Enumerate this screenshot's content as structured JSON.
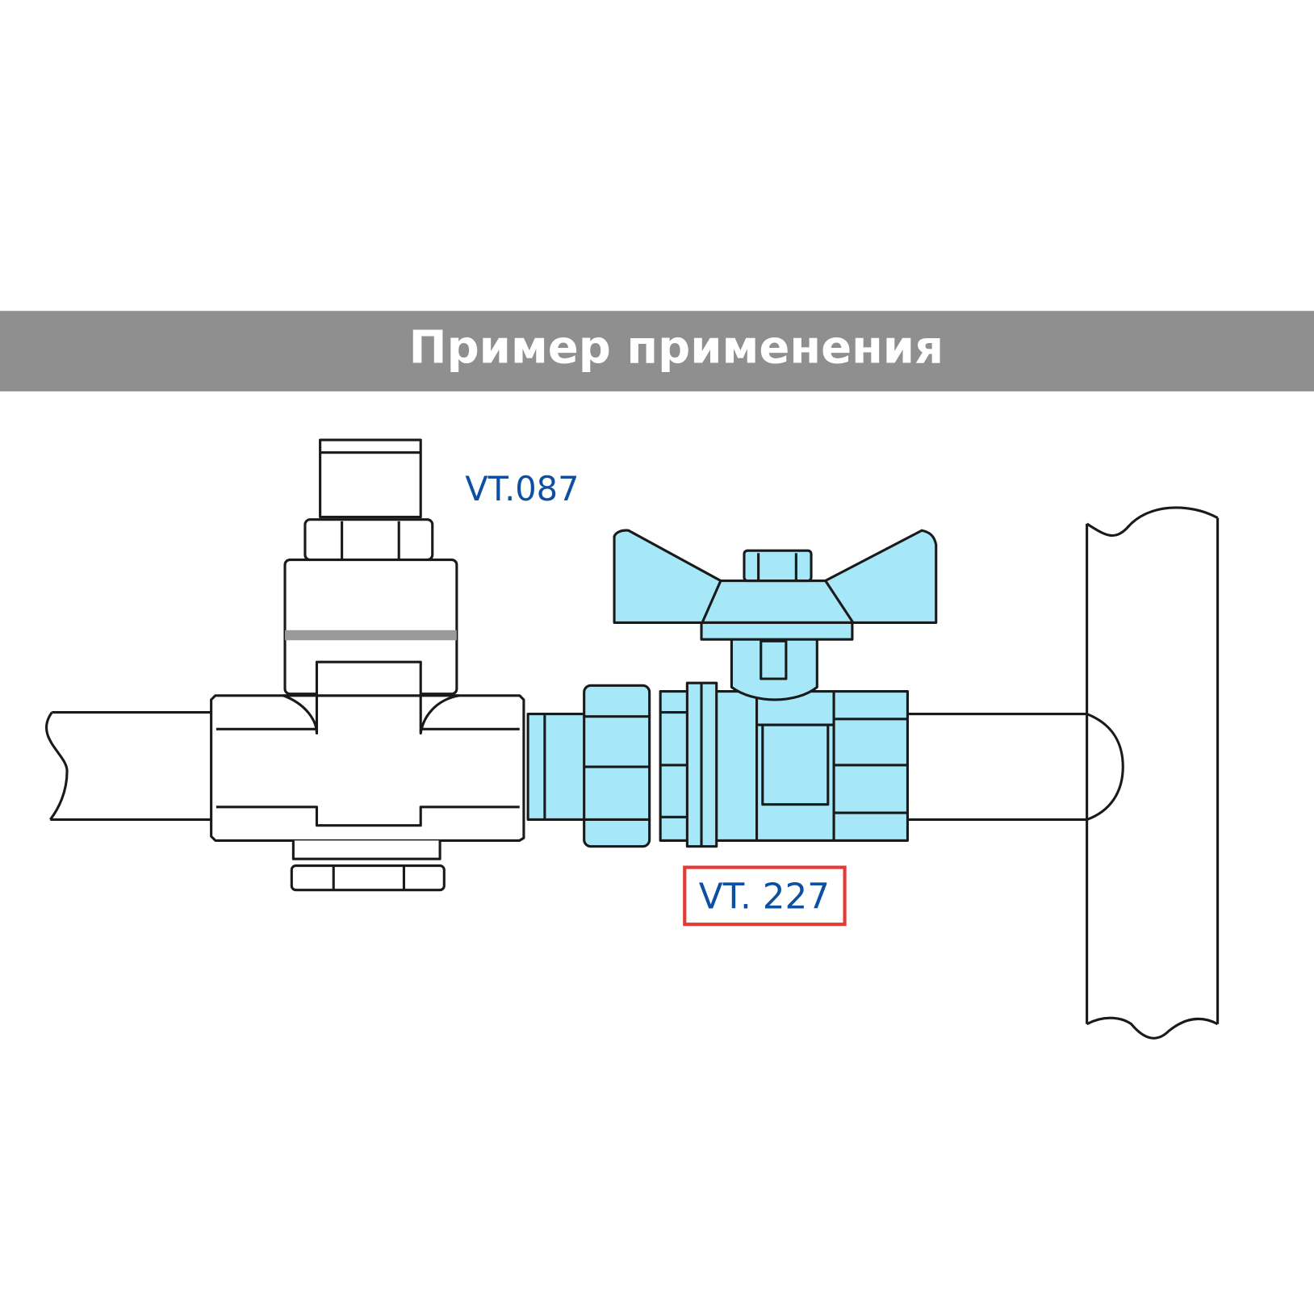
{
  "banner": {
    "title": "Пример применения",
    "background": "#8f8f8f"
  },
  "labels": {
    "reducer": "VT.087",
    "ball_valve": "VT. 227",
    "label_color": "#0d4fa3",
    "highlight_color": "#e53935"
  },
  "colors": {
    "valve_fill": "#a6e8f8"
  }
}
